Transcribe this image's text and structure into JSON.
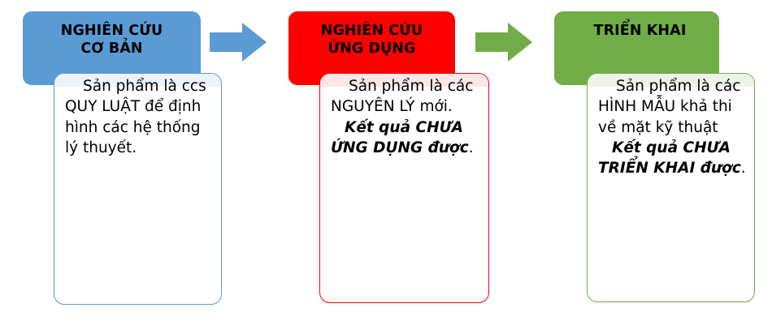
{
  "diagram": {
    "title": "Quy trinh nghien cuu - trien khai",
    "type": "process-flow",
    "stages": [
      {
        "id": "nghien-cuu-co-ban",
        "header": "NGHIÊN CỨU\nCƠ BẢN",
        "color": "#5B9BD5",
        "tint": "#EDF3FA",
        "body_plain": "Sản phẩm là ccs QUY LUẬT để định hình các hệ thống lý thuyết.",
        "body_emph": "",
        "body_emph_tail": ""
      },
      {
        "id": "nghien-cuu-ung-dung",
        "header": "NGHIÊN CỨU\nỨNG DỤNG",
        "color": "#FF0000",
        "tint": "#FCE6E6",
        "body_plain": "Sản phẩm là các NGUYÊN LÝ mới.",
        "body_emph": "Kết quả CHƯA ỨNG DỤNG được",
        "body_emph_tail": "."
      },
      {
        "id": "trien-khai",
        "header": "TRIỂN KHAI",
        "color": "#70AD47",
        "tint": "#EEF3EA",
        "body_plain": "Sản phẩm là các HÌNH MẪU khả thi về mặt kỹ thuật",
        "body_emph": "Kết quả CHƯA TRIỂN KHAI được",
        "body_emph_tail": "."
      }
    ],
    "arrows": [
      {
        "id": "arrow-basic-to-applied",
        "icon": "right-arrow-icon",
        "color": "#5B9BD5"
      },
      {
        "id": "arrow-applied-to-deploy",
        "icon": "right-arrow-icon",
        "color": "#70AD47"
      }
    ]
  }
}
